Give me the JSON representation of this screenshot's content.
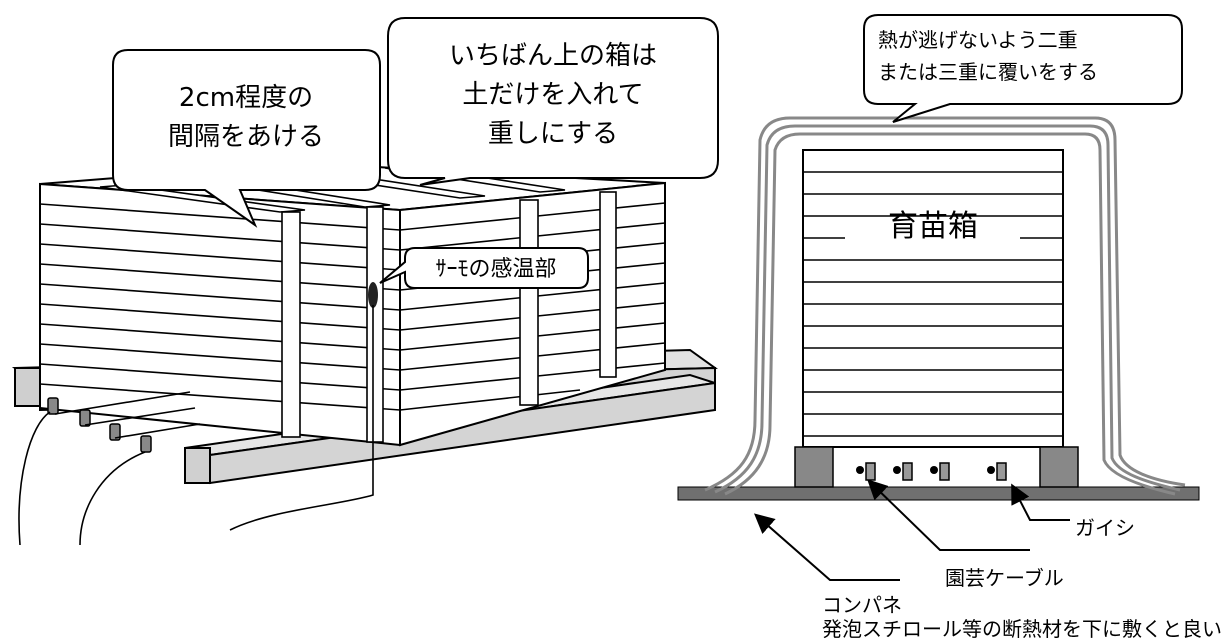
{
  "left_diagram": {
    "callout_gap": [
      "2cm程度の",
      "間隔をあける"
    ],
    "callout_top_box": [
      "いちばん上の箱は",
      "土だけを入れて",
      "重しにする"
    ],
    "thermo_label": "ｻｰﾓの感温部"
  },
  "right_diagram": {
    "callout_cover": [
      "熱が逃げないよう二重",
      "または三重に覆いをする"
    ],
    "box_label": "育苗箱",
    "label_insulator": "ガイシ",
    "label_cable": "園芸ケーブル",
    "label_panel": "コンパネ",
    "note_insulation": "発泡スチロール等の断熱材を下に敷くと良い"
  }
}
